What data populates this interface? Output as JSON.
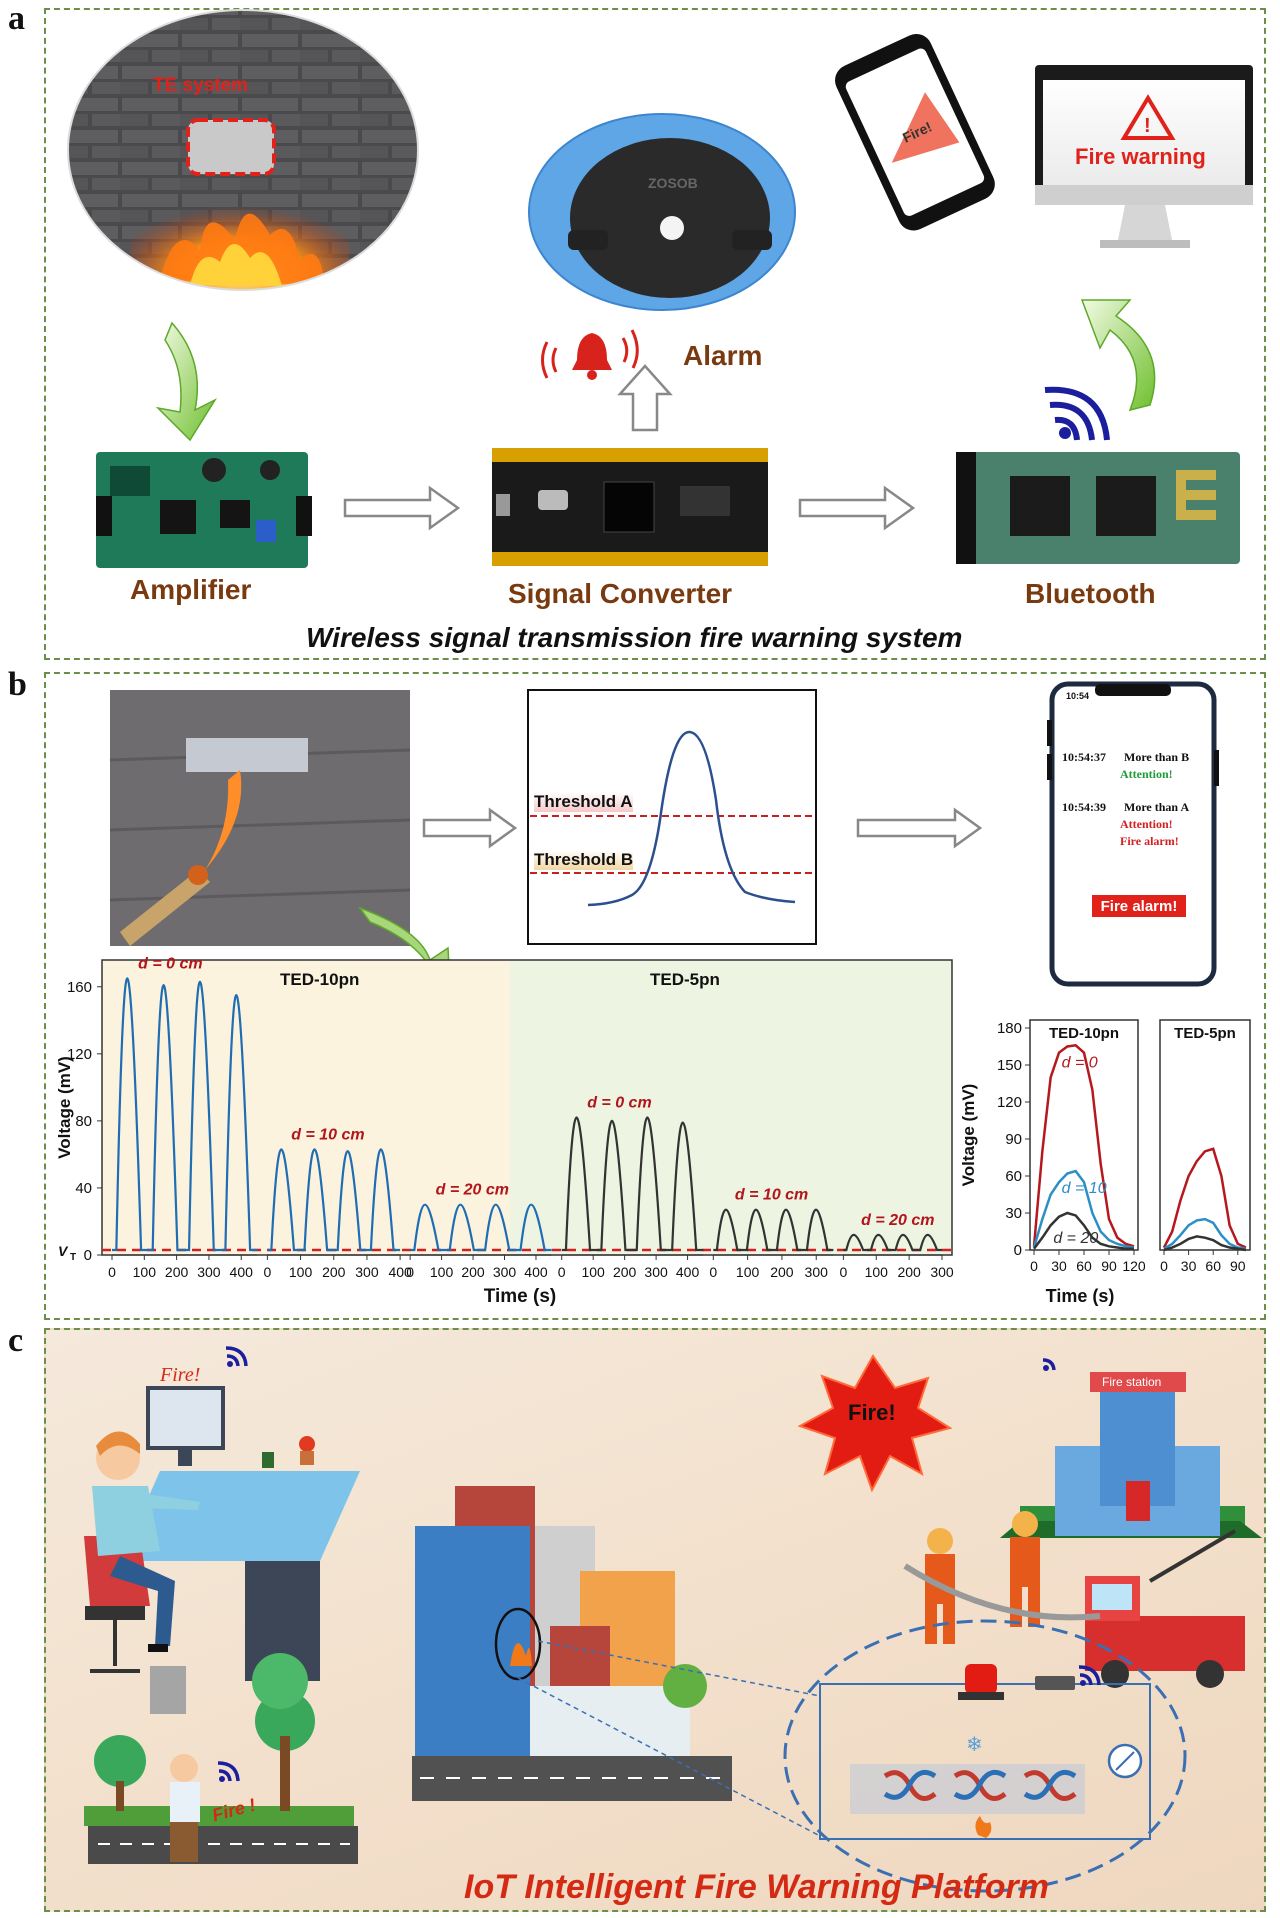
{
  "panels": {
    "a": {
      "letter": "a",
      "te_system_label": "TE system",
      "alarm_label": "Alarm",
      "amplifier_label": "Amplifier",
      "signal_converter_label": "Signal Converter",
      "bluetooth_label": "Bluetooth",
      "fire_label": "Fire!",
      "fire_warning_label": "Fire warning",
      "caption": "Wireless signal transmission fire warning system",
      "buzzer_marking": "ZOSOB"
    },
    "b": {
      "letter": "b",
      "threshold_a": "Threshold A",
      "threshold_b": "Threshold B",
      "phone": {
        "time": "10:54",
        "msg1_time": "10:54:37",
        "msg1_text": "More than B",
        "msg1_status": "Attention!",
        "msg2_time": "10:54:39",
        "msg2_text": "More than A",
        "msg2_status": "Attention!",
        "msg2_alarm": "Fire alarm!",
        "alarm_button": "Fire alarm!"
      }
    },
    "c": {
      "letter": "c",
      "fire_screen": "Fire!",
      "fire_burst": "Fire!",
      "fire_station": "Fire station",
      "fire_phone": "Fire !",
      "caption": "IoT Intelligent Fire Warning Platform"
    }
  },
  "chart_data": [
    {
      "type": "line",
      "ylabel": "Voltage (mV)",
      "xlabel": "Time (s)",
      "ylim": [
        0,
        170
      ],
      "yticks": [
        0,
        40,
        80,
        120,
        160
      ],
      "vt_label": "V",
      "vt_sub": "T",
      "vt_value": 3,
      "groups": [
        {
          "name": "TED-10pn",
          "background": "#fbf3de"
        },
        {
          "name": "TED-5pn",
          "background": "#eef4e2"
        }
      ],
      "series": [
        {
          "group": "TED-10pn",
          "label": "d = 0 cm",
          "color": "#1f6db3",
          "xticks": [
            0,
            100,
            200,
            300,
            400
          ],
          "xmax": 450,
          "peaks": [
            165,
            161,
            163,
            155
          ]
        },
        {
          "group": "TED-10pn",
          "label": "d = 10 cm",
          "color": "#1f6db3",
          "xticks": [
            0,
            100,
            200,
            300,
            400
          ],
          "xmax": 400,
          "peaks": [
            63,
            63,
            62,
            63
          ]
        },
        {
          "group": "TED-10pn",
          "label": "d = 20 cm",
          "color": "#1f6db3",
          "xticks": [
            0,
            100,
            200,
            300,
            400
          ],
          "xmax": 450,
          "peaks": [
            30,
            30,
            30,
            30
          ]
        },
        {
          "group": "TED-5pn",
          "label": "d = 0 cm",
          "color": "#333333",
          "xticks": [
            0,
            100,
            200,
            300,
            400
          ],
          "xmax": 450,
          "peaks": [
            82,
            80,
            82,
            79
          ]
        },
        {
          "group": "TED-5pn",
          "label": "d = 10 cm",
          "color": "#333333",
          "xticks": [
            0,
            100,
            200,
            300
          ],
          "xmax": 350,
          "peaks": [
            27,
            27,
            27,
            27
          ]
        },
        {
          "group": "TED-5pn",
          "label": "d = 20 cm",
          "color": "#333333",
          "xticks": [
            0,
            100,
            200,
            300
          ],
          "xmax": 300,
          "peaks": [
            12,
            12,
            12,
            12
          ]
        }
      ]
    },
    {
      "type": "line",
      "ylabel": "Voltage (mV)",
      "xlabel": "Time (s)",
      "ylim": [
        0,
        180
      ],
      "yticks": [
        0,
        30,
        60,
        90,
        120,
        150,
        180
      ],
      "subplots": [
        {
          "title": "TED-10pn",
          "xticks": [
            0,
            30,
            60,
            90,
            120
          ],
          "xmax": 120,
          "series": [
            {
              "label": "d = 0",
              "color": "#b5191e",
              "x": [
                0,
                10,
                20,
                30,
                40,
                50,
                60,
                70,
                80,
                90,
                100,
                110,
                120
              ],
              "y": [
                3,
                80,
                140,
                160,
                165,
                166,
                160,
                130,
                70,
                25,
                10,
                5,
                3
              ]
            },
            {
              "label": "d = 10",
              "color": "#2b8fc6",
              "x": [
                0,
                10,
                20,
                30,
                40,
                50,
                60,
                70,
                80,
                90,
                100,
                110,
                120
              ],
              "y": [
                2,
                25,
                45,
                55,
                62,
                64,
                55,
                30,
                15,
                8,
                5,
                3,
                2
              ]
            },
            {
              "label": "d = 20",
              "color": "#333333",
              "x": [
                0,
                10,
                20,
                30,
                40,
                50,
                60,
                70,
                80,
                90,
                100,
                110,
                120
              ],
              "y": [
                1,
                10,
                20,
                27,
                30,
                28,
                20,
                10,
                5,
                3,
                2,
                1,
                1
              ]
            }
          ]
        },
        {
          "title": "TED-5pn",
          "xticks": [
            0,
            30,
            60,
            90
          ],
          "xmax": 100,
          "series": [
            {
              "label": "",
              "color": "#b5191e",
              "x": [
                0,
                10,
                20,
                30,
                40,
                50,
                60,
                70,
                80,
                90,
                100
              ],
              "y": [
                2,
                15,
                40,
                60,
                72,
                80,
                82,
                60,
                20,
                5,
                2
              ]
            },
            {
              "label": "",
              "color": "#2b8fc6",
              "x": [
                0,
                10,
                20,
                30,
                40,
                50,
                60,
                70,
                80,
                90,
                100
              ],
              "y": [
                1,
                5,
                12,
                20,
                24,
                25,
                22,
                12,
                5,
                2,
                1
              ]
            },
            {
              "label": "",
              "color": "#333333",
              "x": [
                0,
                10,
                20,
                30,
                40,
                50,
                60,
                70,
                80,
                90,
                100
              ],
              "y": [
                0,
                2,
                5,
                9,
                11,
                10,
                8,
                4,
                2,
                1,
                0
              ]
            }
          ]
        }
      ]
    }
  ]
}
